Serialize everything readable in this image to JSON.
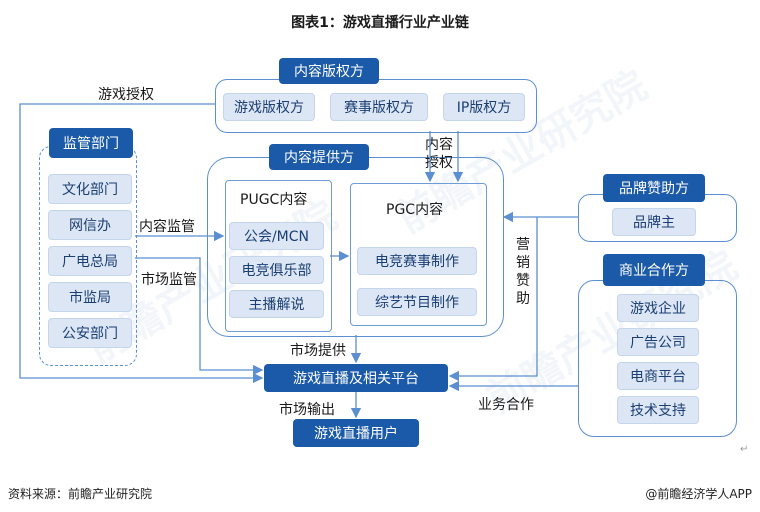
{
  "title": "图表1：游戏直播行业产业链",
  "watermark": "前瞻产业研究院",
  "content_rights": {
    "header": "内容版权方",
    "items": [
      "游戏版权方",
      "赛事版权方",
      "IP版权方"
    ]
  },
  "regulators": {
    "header": "监管部门",
    "items": [
      "文化部门",
      "网信办",
      "广电总局",
      "市监局",
      "公安部门"
    ]
  },
  "content_providers": {
    "header": "内容提供方",
    "pugc": {
      "title": "PUGC内容",
      "items": [
        "公会/MCN",
        "电竞俱乐部",
        "主播解说"
      ]
    },
    "pgc": {
      "title": "PGC内容",
      "items": [
        "电竞赛事制作",
        "综艺节目制作"
      ]
    }
  },
  "brand_sponsor": {
    "header": "品牌赞助方",
    "items": [
      "品牌主"
    ]
  },
  "business_partners": {
    "header": "商业合作方",
    "items": [
      "游戏企业",
      "广告公司",
      "电商平台",
      "技术支持"
    ]
  },
  "platform": "游戏直播及相关平台",
  "users": "游戏直播用户",
  "edge_labels": {
    "game_license": "游戏授权",
    "content_license": "内容授权",
    "content_supervision": "内容监管",
    "market_supervision": "市场监管",
    "marketing_sponsorship": "营销赞助",
    "market_supply": "市场提供",
    "market_output": "市场输出",
    "business_cooperation": "业务合作"
  },
  "footer": {
    "source": "资料来源：前瞻产业研究院",
    "brand": "@前瞻经济学人APP"
  }
}
